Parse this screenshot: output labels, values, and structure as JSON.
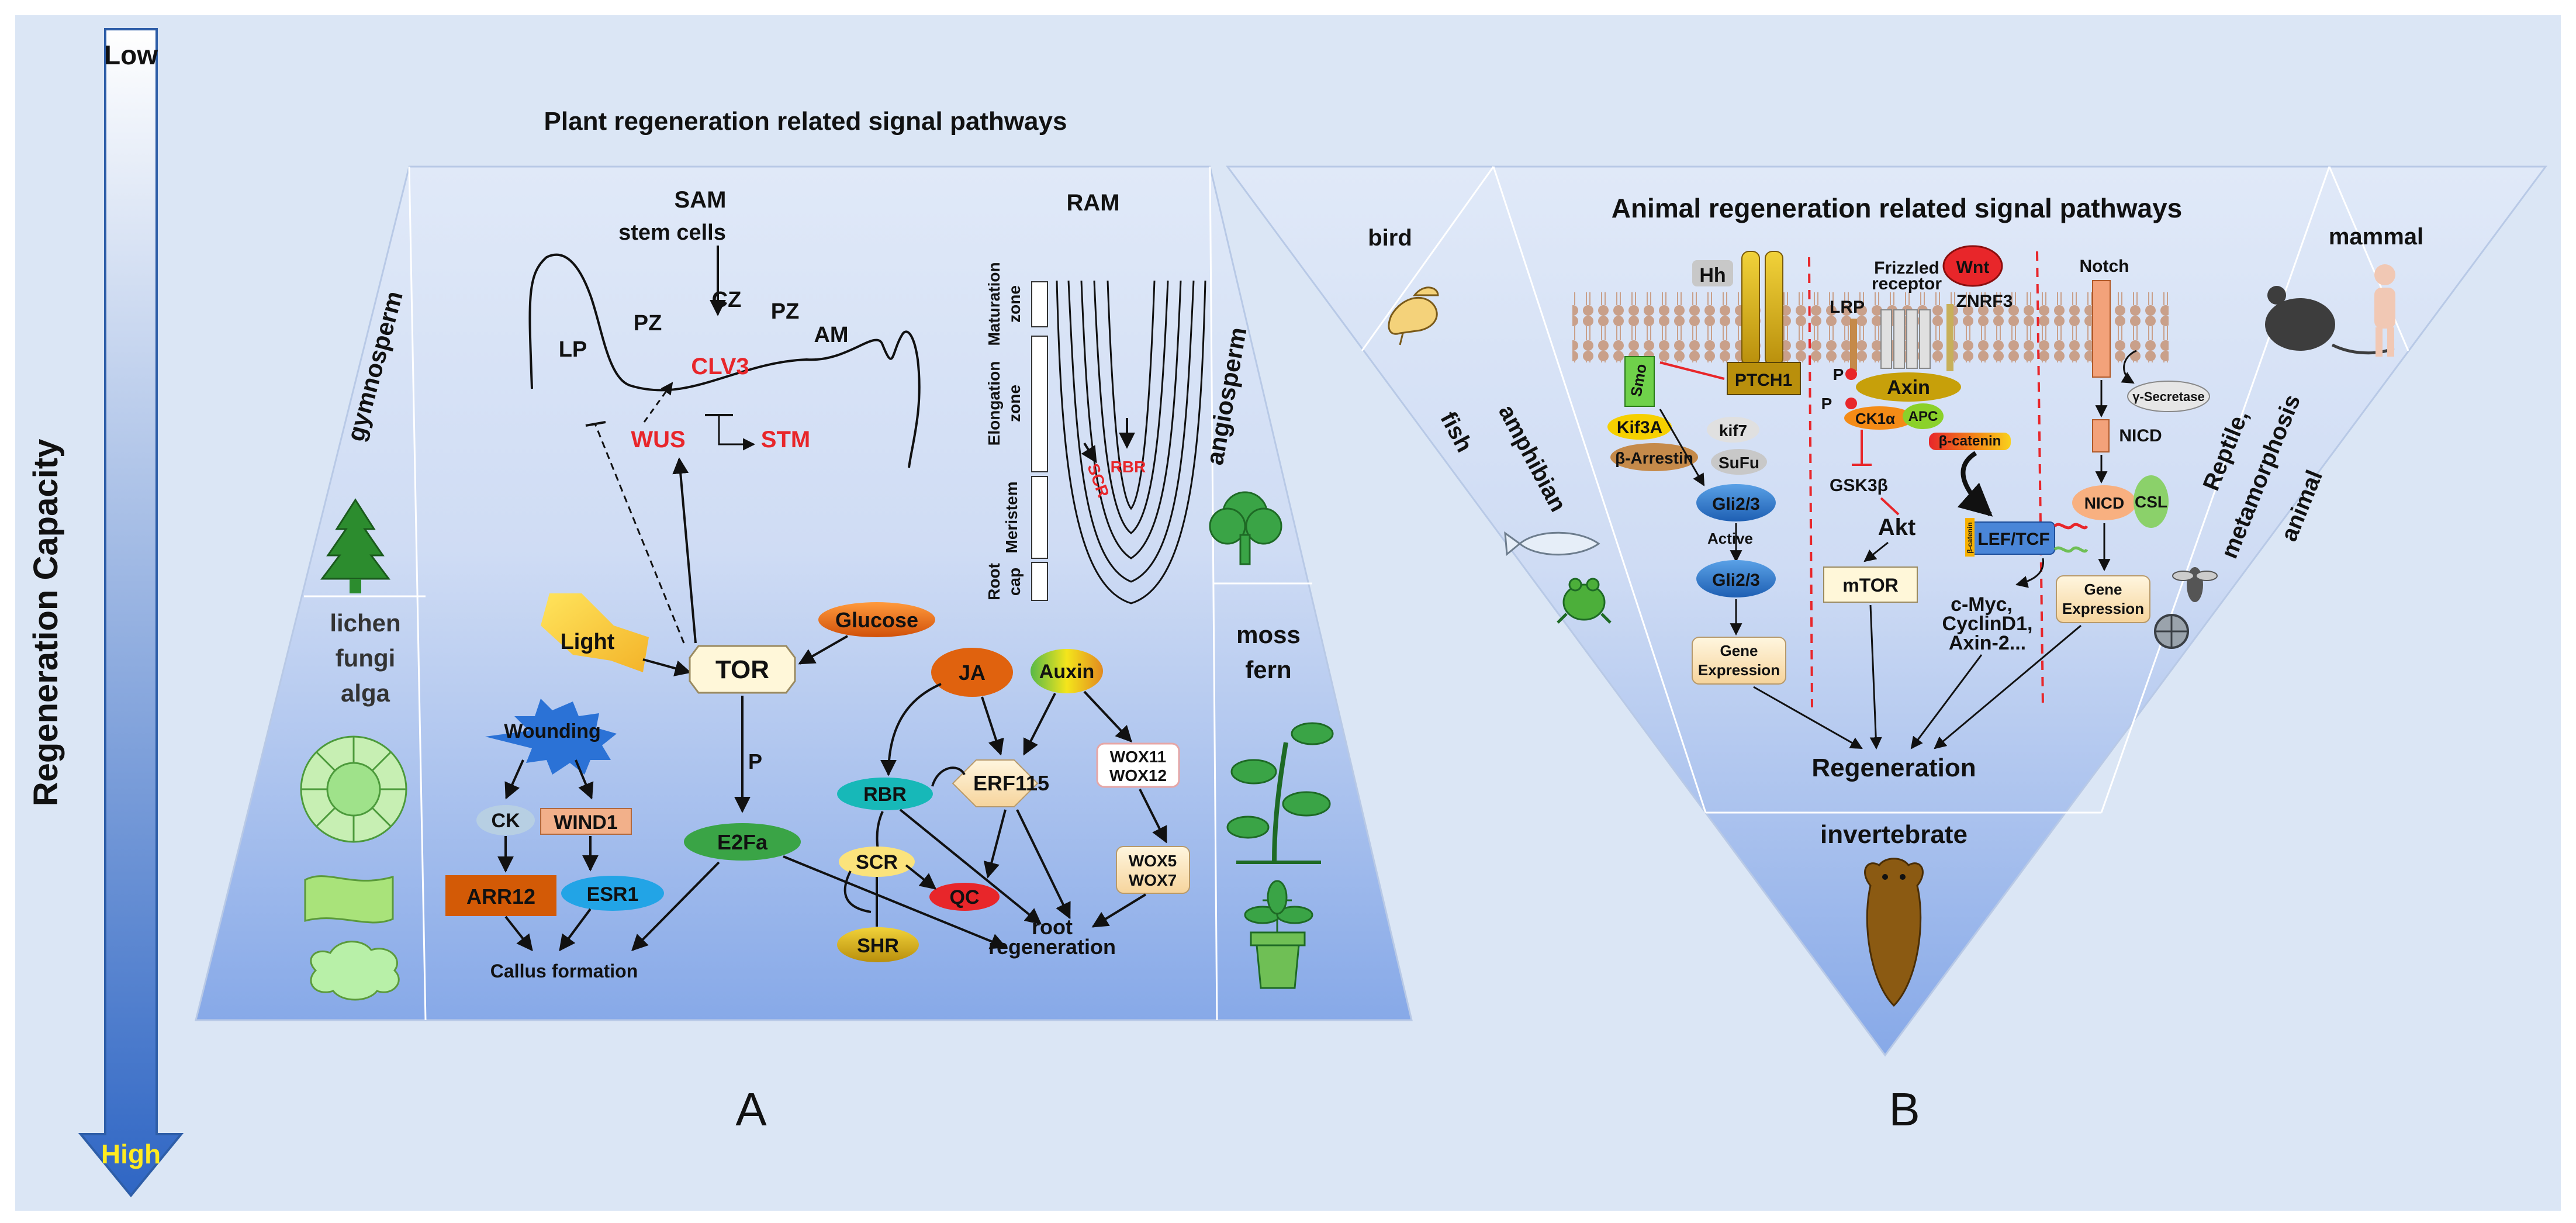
{
  "axis": {
    "low": "Low",
    "high": "High",
    "label": "Regeneration Capacity"
  },
  "plant": {
    "title": "Plant regeneration related signal pathways",
    "sam": "SAM",
    "ram": "RAM",
    "stem_cells": "stem cells",
    "cz": "CZ",
    "pz_left": "PZ",
    "pz_right": "PZ",
    "lp": "LP",
    "am": "AM",
    "clv3": "CLV3",
    "wus": "WUS",
    "stm": "STM",
    "light": "Light",
    "tor": "TOR",
    "glucose": "Glucose",
    "wounding": "Wounding",
    "ck": "CK",
    "wind1": "WIND1",
    "arr12": "ARR12",
    "esr1": "ESR1",
    "callus": "Callus formation",
    "p": "P",
    "e2fa": "E2Fa",
    "ja": "JA",
    "auxin": "Auxin",
    "rbr": "RBR",
    "erf115": "ERF115",
    "wox11": "WOX11",
    "wox12": "WOX12",
    "wox5": "WOX5",
    "wox7": "WOX7",
    "scr": "SCR",
    "qc": "QC",
    "shr": "SHR",
    "root_regen_1": "root",
    "root_regen_2": "regeneration",
    "zone_maturation_1": "Maturation",
    "zone_maturation_2": "zone",
    "zone_elongation_1": "Elongation",
    "zone_elongation_2": "zone",
    "zone_meristem": "Meristem",
    "zone_rootcap_1": "Root",
    "zone_rootcap_2": "cap",
    "ram_scr": "SCR",
    "ram_rbr": "RBR",
    "gymnosperm": "gymnosperm",
    "angiosperm": "angiosperm",
    "lichen": "lichen",
    "fungi": "fungi",
    "alga": "alga",
    "moss": "moss",
    "fern": "fern",
    "label_a": "A"
  },
  "animal": {
    "title": "Animal regeneration related signal pathways",
    "bird": "bird",
    "mammal": "mammal",
    "fish": "fish",
    "amphibian": "amphibian",
    "reptile": "Reptile,",
    "metamorphosis": "metamorphosis",
    "animal_word": "animal",
    "invertebrate": "invertebrate",
    "regeneration": "Regeneration",
    "hh": "Hh",
    "ptch1": "PTCH1",
    "smo": "Smo",
    "kif3a": "Kif3A",
    "barrestin": "β-Arrestin",
    "kif7": "kif7",
    "sufu": "SuFu",
    "gli_top": "Gli2/3",
    "active": "Active",
    "gli_bottom": "Gli2/3",
    "gene_expr_1a": "Gene",
    "gene_expr_1b": "Expression",
    "frizzled_1": "Frizzled",
    "frizzled_2": "receptor",
    "wnt": "Wnt",
    "lrp": "LRP",
    "znrf3": "ZNRF3",
    "axin": "Axin",
    "p1": "P",
    "p2": "P",
    "ck1a": "CK1α",
    "apc": "APC",
    "bcatenin": "β-catenin",
    "gsk3b": "GSK3β",
    "akt": "Akt",
    "mtor": "mTOR",
    "leftcf": "LEF/TCF",
    "bcat_small": "β-catenin",
    "cmyc": "c-Myc,",
    "cyclind1": "CyclinD1,",
    "axin2": "Axin-2...",
    "notch": "Notch",
    "gsecretase": "γ-Secretase",
    "nicd_top": "NICD",
    "nicd_bottom": "NICD",
    "csl": "CSL",
    "gene_expr_2a": "Gene",
    "gene_expr_2b": "Expression",
    "label_b": "B"
  },
  "colors": {
    "background": "#dbe6f5",
    "panel_top": "#dde7f8",
    "panel_bottom": "#8fb0ea",
    "red_text": "#e8262a",
    "membrane": "#c9a08a"
  }
}
